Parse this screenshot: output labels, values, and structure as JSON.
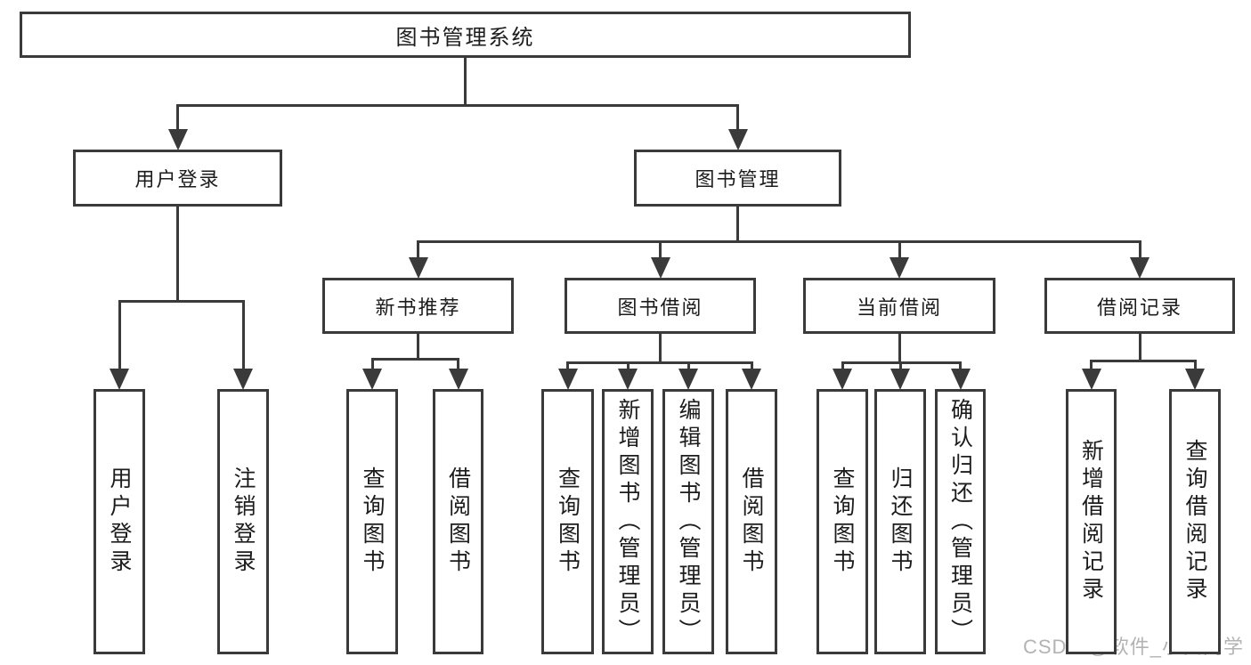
{
  "diagram": {
    "title": "图书管理系统",
    "watermark": "CSDN @软件_小贺同学",
    "colors": {
      "line": "#3a3a3a",
      "text": "#1c1c1c",
      "background": "#ffffff",
      "watermark": "#b3b3b3"
    },
    "nodes": [
      {
        "id": "root",
        "label": "图书管理系统",
        "parent": null,
        "orientation": "horizontal"
      },
      {
        "id": "user-login",
        "label": "用户登录",
        "parent": "root",
        "orientation": "horizontal"
      },
      {
        "id": "book-mgmt",
        "label": "图书管理",
        "parent": "root",
        "orientation": "horizontal"
      },
      {
        "id": "leaf-user-login",
        "label": "用户登录",
        "parent": "user-login",
        "orientation": "vertical"
      },
      {
        "id": "leaf-logout",
        "label": "注销登录",
        "parent": "user-login",
        "orientation": "vertical"
      },
      {
        "id": "new-book-rec",
        "label": "新书推荐",
        "parent": "book-mgmt",
        "orientation": "horizontal"
      },
      {
        "id": "book-borrow",
        "label": "图书借阅",
        "parent": "book-mgmt",
        "orientation": "horizontal"
      },
      {
        "id": "current-borrow",
        "label": "当前借阅",
        "parent": "book-mgmt",
        "orientation": "horizontal"
      },
      {
        "id": "borrow-record",
        "label": "借阅记录",
        "parent": "book-mgmt",
        "orientation": "horizontal"
      },
      {
        "id": "nb-query-book",
        "label": "查询图书",
        "parent": "new-book-rec",
        "orientation": "vertical"
      },
      {
        "id": "nb-borrow-book",
        "label": "借阅图书",
        "parent": "new-book-rec",
        "orientation": "vertical"
      },
      {
        "id": "bb-query-book",
        "label": "查询图书",
        "parent": "book-borrow",
        "orientation": "vertical"
      },
      {
        "id": "bb-add-book",
        "label": "新增图书（管理员）",
        "parent": "book-borrow",
        "orientation": "vertical"
      },
      {
        "id": "bb-edit-book",
        "label": "编辑图书（管理员）",
        "parent": "book-borrow",
        "orientation": "vertical"
      },
      {
        "id": "bb-borrow-book",
        "label": "借阅图书",
        "parent": "book-borrow",
        "orientation": "vertical"
      },
      {
        "id": "cb-query-book",
        "label": "查询图书",
        "parent": "current-borrow",
        "orientation": "vertical"
      },
      {
        "id": "cb-return-book",
        "label": "归还图书",
        "parent": "current-borrow",
        "orientation": "vertical"
      },
      {
        "id": "cb-confirm-return",
        "label": "确认归还（管理员）",
        "parent": "current-borrow",
        "orientation": "vertical"
      },
      {
        "id": "br-add-record",
        "label": "新增借阅记录",
        "parent": "borrow-record",
        "orientation": "vertical"
      },
      {
        "id": "br-query-record",
        "label": "查询借阅记录",
        "parent": "borrow-record",
        "orientation": "vertical"
      }
    ]
  }
}
